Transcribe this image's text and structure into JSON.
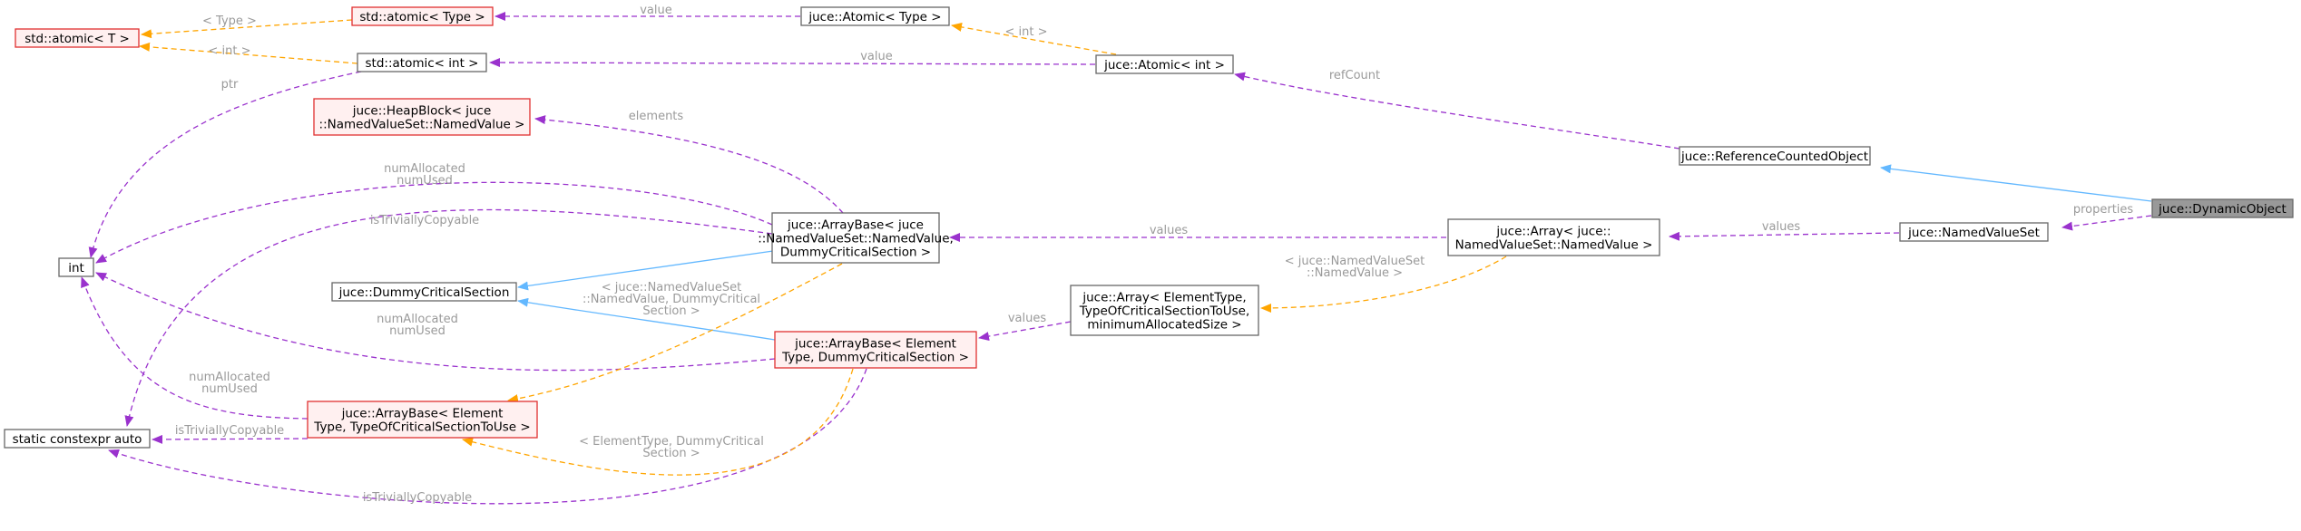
{
  "colors": {
    "usage": "#9a32cd",
    "template": "#ffa500",
    "inherit": "#63b8ff",
    "node_border": "#666666",
    "missing_border": "#e03030",
    "missing_fill": "#fff0f0",
    "focus_fill": "#999999",
    "label": "#9a9a9a"
  },
  "nodes": [
    {
      "id": "dynobj",
      "lines": [
        "juce::DynamicObject"
      ],
      "style": "focus"
    },
    {
      "id": "refcounted",
      "lines": [
        "juce::ReferenceCountedObject"
      ],
      "style": "normal"
    },
    {
      "id": "nvset",
      "lines": [
        "juce::NamedValueSet"
      ],
      "style": "normal"
    },
    {
      "id": "atomic_int_juce",
      "lines": [
        "juce::Atomic< int >"
      ],
      "style": "normal"
    },
    {
      "id": "array_nv",
      "lines": [
        "juce::Array< juce::",
        "NamedValueSet::NamedValue >"
      ],
      "style": "normal"
    },
    {
      "id": "array_tpl",
      "lines": [
        "juce::Array< ElementType,",
        "TypeOfCriticalSectionToUse,",
        "minimumAllocatedSize >"
      ],
      "style": "normal"
    },
    {
      "id": "atomic_type_juce",
      "lines": [
        "juce::Atomic< Type >"
      ],
      "style": "normal"
    },
    {
      "id": "arraybase_nv",
      "lines": [
        "juce::ArrayBase< juce",
        "::NamedValueSet::NamedValue,",
        "DummyCriticalSection >"
      ],
      "style": "normal"
    },
    {
      "id": "arraybase_dcs",
      "lines": [
        "juce::ArrayBase< Element",
        "Type, DummyCriticalSection >"
      ],
      "style": "missing"
    },
    {
      "id": "std_atomic_type",
      "lines": [
        "std::atomic< Type >"
      ],
      "style": "missing"
    },
    {
      "id": "std_atomic_int",
      "lines": [
        "std::atomic< int >"
      ],
      "style": "normal"
    },
    {
      "id": "heapblock",
      "lines": [
        "juce::HeapBlock< juce",
        "::NamedValueSet::NamedValue >"
      ],
      "style": "missing"
    },
    {
      "id": "dummycs",
      "lines": [
        "juce::DummyCriticalSection"
      ],
      "style": "normal"
    },
    {
      "id": "arraybase_tpl",
      "lines": [
        "juce::ArrayBase< Element",
        "Type, TypeOfCriticalSectionToUse >"
      ],
      "style": "missing"
    },
    {
      "id": "std_atomic_t",
      "lines": [
        "std::atomic< T >"
      ],
      "style": "missing"
    },
    {
      "id": "int",
      "lines": [
        "int"
      ],
      "style": "normal"
    },
    {
      "id": "sca",
      "lines": [
        "static constexpr auto"
      ],
      "style": "normal"
    }
  ],
  "edges": [
    {
      "id": "e-nvset-dynobj",
      "kind": "usage",
      "label": [
        "properties"
      ]
    },
    {
      "id": "e-refcounted-dynobj",
      "kind": "inherit",
      "label": []
    },
    {
      "id": "e-atomicint-refcounted",
      "kind": "usage",
      "label": [
        "refCount"
      ]
    },
    {
      "id": "e-arraynv-nvset",
      "kind": "usage",
      "label": [
        "values"
      ]
    },
    {
      "id": "e-arraybasenv-arraynv",
      "kind": "usage",
      "label": [
        "values"
      ]
    },
    {
      "id": "e-arraytpl-arraynv",
      "kind": "template",
      "label": [
        "< juce::NamedValueSet",
        "::NamedValue >"
      ]
    },
    {
      "id": "e-arraybasedcs-arraytpl",
      "kind": "usage",
      "label": [
        "values"
      ]
    },
    {
      "id": "e-atomictype-atomicint",
      "kind": "template",
      "label": [
        "< int >"
      ]
    },
    {
      "id": "e-stdatomicint-atomicint",
      "kind": "usage",
      "label": [
        "value"
      ]
    },
    {
      "id": "e-stdatomictype-atomictype",
      "kind": "usage",
      "label": [
        "value"
      ]
    },
    {
      "id": "e-heapblock-arraybasenv",
      "kind": "usage",
      "label": [
        "elements"
      ]
    },
    {
      "id": "e-dummycs-arraybasenv",
      "kind": "inherit",
      "label": []
    },
    {
      "id": "e-dummycs-arraybasedcs",
      "kind": "inherit",
      "label": []
    },
    {
      "id": "e-int-arraybasenv",
      "kind": "usage",
      "label": [
        "numAllocated",
        "numUsed"
      ]
    },
    {
      "id": "e-sca-arraybasenv",
      "kind": "usage",
      "label": [
        "isTriviallyCopyable"
      ]
    },
    {
      "id": "e-int-arraybasedcs",
      "kind": "usage",
      "label": [
        "numAllocated",
        "numUsed"
      ]
    },
    {
      "id": "e-sca-arraybasedcs",
      "kind": "usage",
      "label": [
        "isTriviallyCopyable"
      ]
    },
    {
      "id": "e-arraybasetpl-arraybasenv",
      "kind": "template",
      "label": [
        "< juce::NamedValueSet",
        "::NamedValue, DummyCritical",
        "Section >"
      ]
    },
    {
      "id": "e-arraybasetpl-arraybasedcs",
      "kind": "template",
      "label": [
        "< ElementType, DummyCritical",
        "Section >"
      ]
    },
    {
      "id": "e-int-arraybasetpl",
      "kind": "usage",
      "label": [
        "numAllocated",
        "numUsed"
      ]
    },
    {
      "id": "e-sca-arraybasetpl",
      "kind": "usage",
      "label": [
        "isTriviallyCopyable"
      ]
    },
    {
      "id": "e-stdatomicint-int",
      "kind": "usage",
      "label": [
        "ptr"
      ]
    },
    {
      "id": "e-stdatomict-stdatomictype",
      "kind": "template",
      "label": [
        "< Type >"
      ]
    },
    {
      "id": "e-stdatomict-stdatomicint",
      "kind": "template",
      "label": [
        "< int >"
      ]
    }
  ]
}
